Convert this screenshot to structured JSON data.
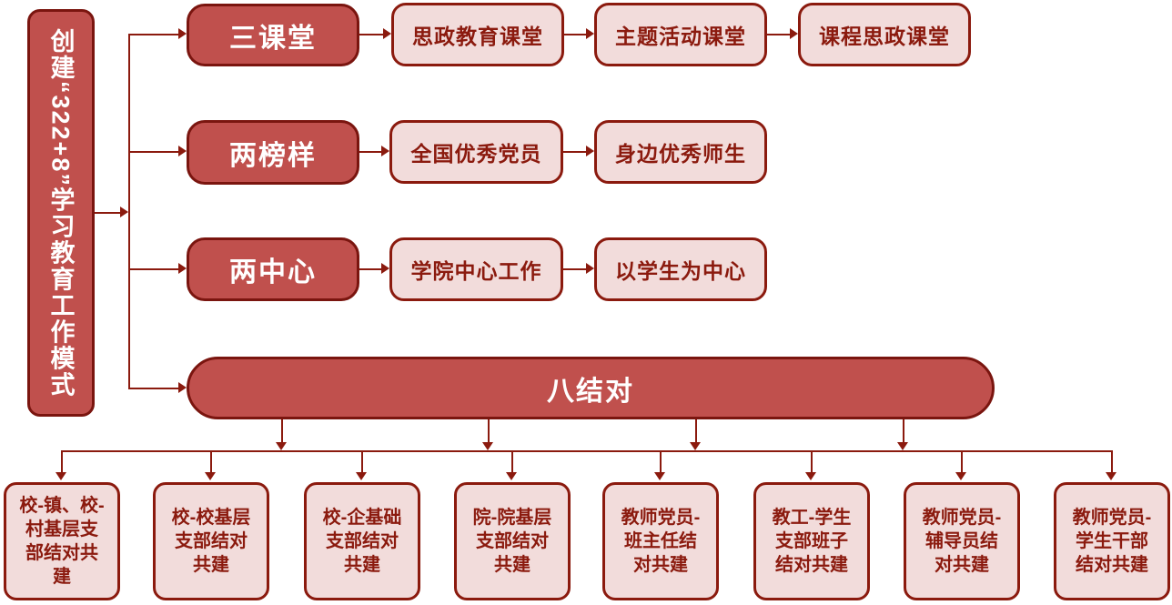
{
  "root": {
    "label": "创建“322+8”学习教育工作模式"
  },
  "rows": [
    {
      "head": "三课堂",
      "items": [
        "思政教育课堂",
        "主题活动课堂",
        "课程思政课堂"
      ]
    },
    {
      "head": "两榜样",
      "items": [
        "全国优秀党员",
        "身边优秀师生"
      ]
    },
    {
      "head": "两中心",
      "items": [
        "学院中心工作",
        "以学生为中心"
      ]
    }
  ],
  "band": {
    "label": "八结对"
  },
  "leaves": [
    "校-镇、校-\n村基层支\n部结对共\n建",
    "校-校基层\n支部结对\n共建",
    "校-企基础\n支部结对\n共建",
    "院-院基层\n支部结对\n共建",
    "教师党员-\n班主任结\n对共建",
    "教工-学生\n支部班子\n结对共建",
    "教师党员-\n辅导员结\n对共建",
    "教师党员-\n学生干部\n结对共建"
  ],
  "colors": {
    "dark_fill": "#c0504d",
    "dark_border": "#7a150f",
    "light_fill": "#f2dcdb",
    "maroon": "#8b1a0e",
    "text_on_dark": "#ffffff",
    "background": "#ffffff"
  }
}
